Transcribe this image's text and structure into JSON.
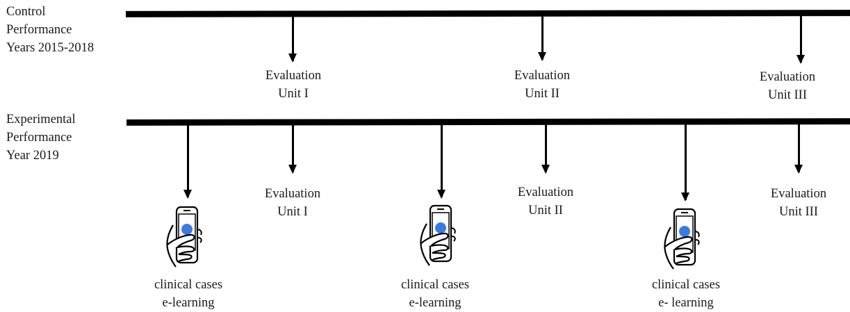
{
  "control": {
    "label_lines": [
      "Control",
      "Performance",
      "Years 2015-2018"
    ],
    "evaluations": [
      {
        "line1": "Evaluation",
        "line2": "Unit I"
      },
      {
        "line1": "Evaluation",
        "line2": "Unit II"
      },
      {
        "line1": "Evaluation",
        "line2": "Unit III"
      }
    ]
  },
  "experimental": {
    "label_lines": [
      "Experimental",
      "Performance",
      "Year 2019"
    ],
    "evaluations": [
      {
        "line1": "Evaluation",
        "line2": "Unit I"
      },
      {
        "line1": "Evaluation",
        "line2": "Unit II"
      },
      {
        "line1": "Evaluation",
        "line2": "Unit III"
      }
    ],
    "elearning": [
      {
        "line1": "clinical cases",
        "line2": "e-learning",
        "icon": "smartphone-hand-icon"
      },
      {
        "line1": "clinical cases",
        "line2": "e-learning",
        "icon": "smartphone-hand-icon"
      },
      {
        "line1": "clinical cases",
        "line2": "e- learning",
        "icon": "smartphone-hand-icon"
      }
    ]
  },
  "colors": {
    "line": "#000000",
    "phone_dot": "#3a7be0"
  }
}
